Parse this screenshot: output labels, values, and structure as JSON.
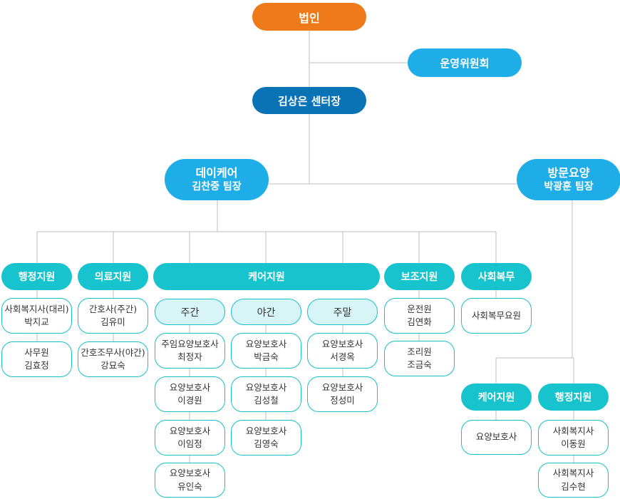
{
  "top": {
    "corp": "법인",
    "committee": "운영위원회",
    "director": "김상은 센터장"
  },
  "teams": {
    "daycare": {
      "name": "데이케어",
      "leader": "김찬중 팀장"
    },
    "visit": {
      "name": "방문요양",
      "leader": "박광훈 팀장"
    }
  },
  "depts": {
    "admin": "행정지원",
    "medical": "의료지원",
    "care": "케어지원",
    "assist": "보조지원",
    "social": "사회복무"
  },
  "shifts": {
    "day": "주간",
    "night": "야간",
    "weekend": "주말"
  },
  "staff": {
    "admin1": {
      "role": "사회복지사(대리)",
      "name": "박지교"
    },
    "admin2": {
      "role": "사무원",
      "name": "김효정"
    },
    "med1": {
      "role": "간호사(주간)",
      "name": "김유미"
    },
    "med2": {
      "role": "간호조무사(야간)",
      "name": "강묘숙"
    },
    "day1": {
      "role": "주임요양보호사",
      "name": "최정자"
    },
    "day2": {
      "role": "요양보호사",
      "name": "이경원"
    },
    "day3": {
      "role": "요양보호사",
      "name": "이임정"
    },
    "day4": {
      "role": "요양보호사",
      "name": "유인숙"
    },
    "night1": {
      "role": "요양보호사",
      "name": "박금숙"
    },
    "night2": {
      "role": "요양보호사",
      "name": "김성철"
    },
    "night3": {
      "role": "요양보호사",
      "name": "김영숙"
    },
    "wk1": {
      "role": "요양보호사",
      "name": "서경옥"
    },
    "wk2": {
      "role": "요양보호사",
      "name": "정성미"
    },
    "assist1": {
      "role": "운전원",
      "name": "김연화"
    },
    "assist2": {
      "role": "조리원",
      "name": "조금숙"
    },
    "social1": {
      "role": "사회복무요원"
    }
  },
  "visit_depts": {
    "care": "케어지원",
    "admin": "행정지원"
  },
  "visit_staff": {
    "care1": {
      "role": "요양보호사"
    },
    "admin1": {
      "role": "사회복지사",
      "name": "이동원"
    },
    "admin2": {
      "role": "사회복지사",
      "name": "김수현"
    }
  },
  "colors": {
    "corp": "#ef7a1a",
    "director": "#0a73b5",
    "team": "#1fade8",
    "dept": "#17c3cc",
    "shift_fill": "#d7f5f6",
    "border": "#19bfc8",
    "line": "#bdbdbd"
  }
}
